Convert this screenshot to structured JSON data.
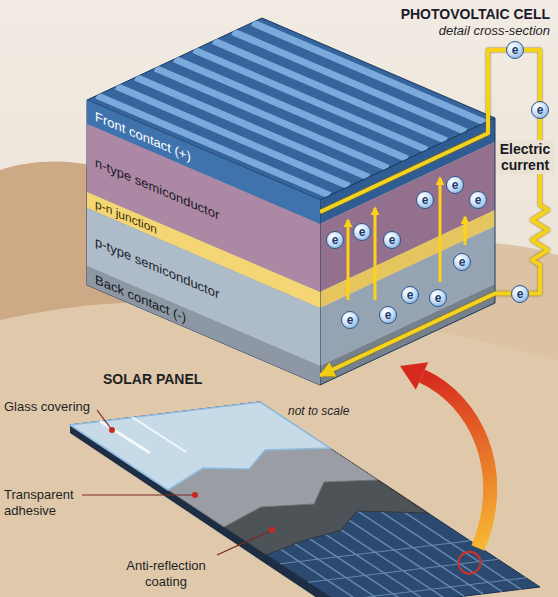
{
  "diagram": {
    "title": "PHOTOVOLTAIC CELL",
    "nodes": [
      {
        "text": [
          "Front contact (+)"
        ]
      },
      {
        "text": [
          "n-type semiconductor"
        ]
      },
      {
        "text": [
          "p-n junction"
        ]
      },
      {
        "text": [
          "p-type semiconductor"
        ]
      },
      {
        "text": [
          "Back contact (-)"
        ]
      },
      {
        "text": [
          "e"
        ]
      },
      {
        "text": [
          "e"
        ]
      },
      {
        "text": [
          "e"
        ]
      },
      {
        "text": [
          "e"
        ]
      },
      {
        "text": [
          "e"
        ]
      },
      {
        "text": [
          "e"
        ]
      },
      {
        "text": [
          "e"
        ]
      },
      {
        "text": [
          "e"
        ]
      },
      {
        "text": [
          "e"
        ]
      },
      {
        "text": [
          "e"
        ]
      },
      {
        "text": [
          "e"
        ]
      },
      {
        "text": [
          "e"
        ]
      },
      {
        "text": [
          "e"
        ]
      },
      {
        "text": [
          "e"
        ]
      }
    ],
    "edges": [
      {
        "from": 0,
        "to": 4,
        "arrow": "to",
        "label": "Electric current"
      }
    ],
    "labels": [
      "detail cross-section",
      "not to scale",
      "SOLAR PANEL",
      "Glass covering",
      "Transparent adhesive",
      "Anti-reflection coating"
    ]
  }
}
